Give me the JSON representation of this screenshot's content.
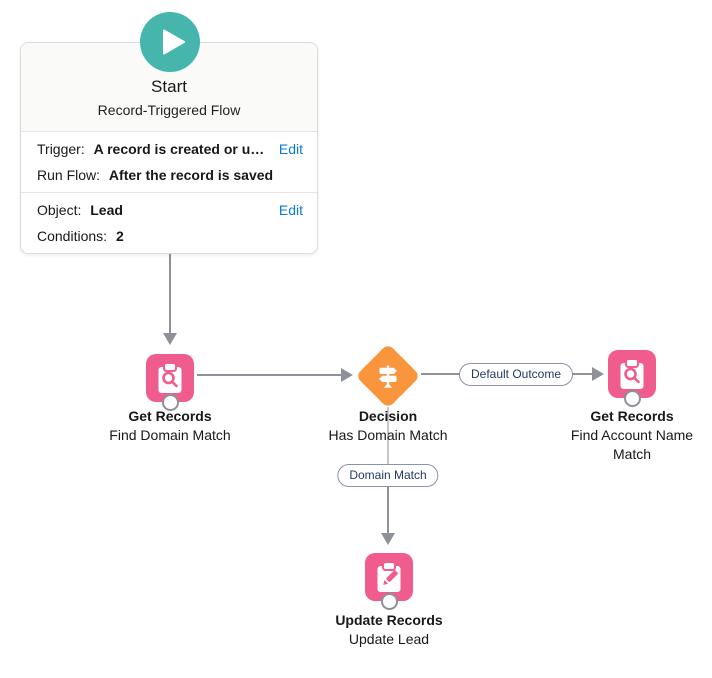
{
  "colors": {
    "start_teal": "#46B6AD",
    "data_pink": "#EF5C8D",
    "decision_orange": "#F9953D",
    "connector_gray": "#8E9199",
    "link_blue": "#0B79D5",
    "pill_text_navy": "#223A63"
  },
  "start_node": {
    "title": "Start",
    "subtitle": "Record-Triggered Flow",
    "trigger_section": {
      "edit_label": "Edit",
      "rows": [
        {
          "label": "Trigger:",
          "value": "A record is created or u…"
        },
        {
          "label": "Run Flow:",
          "value": "After the record is saved"
        }
      ]
    },
    "object_section": {
      "edit_label": "Edit",
      "rows": [
        {
          "label": "Object:",
          "value": "Lead"
        },
        {
          "label": "Conditions:",
          "value": "2"
        }
      ]
    }
  },
  "nodes": {
    "get_records_find_domain": {
      "title": "Get Records",
      "subtitle": "Find Domain Match"
    },
    "decision_has_domain": {
      "title": "Decision",
      "subtitle": "Has Domain Match"
    },
    "get_records_find_account": {
      "title": "Get Records",
      "subtitle": "Find Account Name Match"
    },
    "update_records_update_lead": {
      "title": "Update Records",
      "subtitle": "Update Lead"
    }
  },
  "connector_labels": {
    "default_outcome": "Default Outcome",
    "domain_match": "Domain Match"
  }
}
